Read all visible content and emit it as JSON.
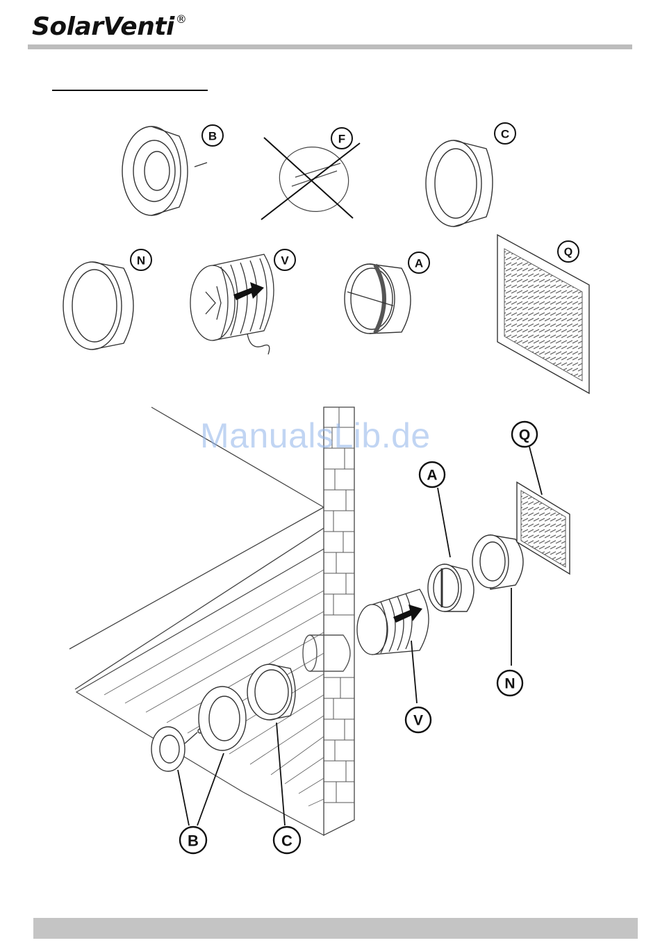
{
  "header": {
    "brand": "SolarVenti",
    "registered_mark": "®"
  },
  "watermark": "ManualsLib.de",
  "parts_labels": {
    "b": "B",
    "f": "F",
    "c": "C",
    "n": "N",
    "v": "V",
    "a": "A",
    "q": "Q"
  },
  "assembly_labels": {
    "q": "Q",
    "a": "A",
    "n": "N",
    "v": "V",
    "b": "B",
    "c": "C"
  }
}
